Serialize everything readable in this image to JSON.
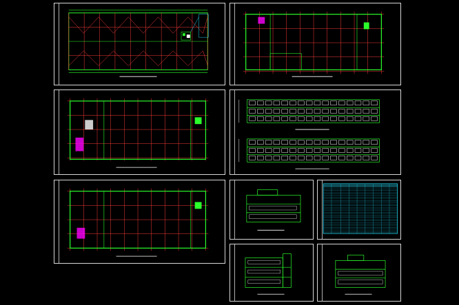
{
  "viewer": {
    "background": "#000000",
    "frame_color": "#d8d8d8",
    "grid_color": "#ff3b3b",
    "wall_color": "#2bff2b",
    "accent_color": "#22d3ee",
    "highlight_color": "#ff00ff"
  },
  "sheets": [
    {
      "id": "roof-plan",
      "kind": "roof-plan"
    },
    {
      "id": "ground-floor-plan",
      "kind": "floor-plan"
    },
    {
      "id": "second-floor-plan",
      "kind": "floor-plan"
    },
    {
      "id": "main-elevations",
      "kind": "elevation-pair"
    },
    {
      "id": "third-floor-plan",
      "kind": "floor-plan"
    },
    {
      "id": "side-elevation",
      "kind": "elevation"
    },
    {
      "id": "door-window-schedule",
      "kind": "schedule-table"
    },
    {
      "id": "section-a",
      "kind": "section"
    },
    {
      "id": "section-b",
      "kind": "section"
    }
  ]
}
